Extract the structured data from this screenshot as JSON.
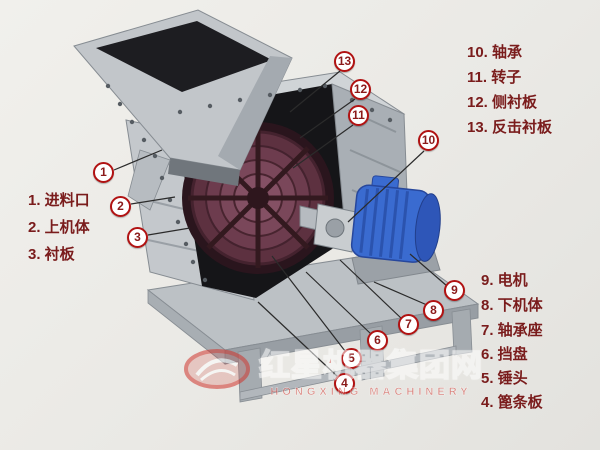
{
  "callouts": [
    "1",
    "2",
    "3",
    "4",
    "5",
    "6",
    "7",
    "8",
    "9",
    "10",
    "11",
    "12",
    "13"
  ],
  "labels": {
    "left": [
      {
        "id": "feed-inlet",
        "text": "1. 进料口"
      },
      {
        "id": "upper-body",
        "text": "2. 上机体"
      },
      {
        "id": "liner-plate",
        "text": "3. 衬板"
      }
    ],
    "top_right": [
      {
        "id": "bearing",
        "text": "10. 轴承"
      },
      {
        "id": "rotor",
        "text": "11. 转子"
      },
      {
        "id": "side-liner",
        "text": "12. 侧衬板"
      },
      {
        "id": "impact-liner",
        "text": "13. 反击衬板"
      }
    ],
    "bottom_right": [
      {
        "id": "motor",
        "text": "9. 电机"
      },
      {
        "id": "lower-body",
        "text": "8. 下机体"
      },
      {
        "id": "bearing-seat",
        "text": "7. 轴承座"
      },
      {
        "id": "baffle-disc",
        "text": "6. 挡盘"
      },
      {
        "id": "hammer-head",
        "text": "5. 锤头"
      },
      {
        "id": "grate-plate",
        "text": "4. 篦条板"
      }
    ]
  },
  "watermark": {
    "cn": "红星机器集团网",
    "en": "HONGXING MACHINERY"
  },
  "colors": {
    "label_text": "#7a1c1c",
    "callout_border": "#b11212",
    "callout_number": "#8b1a1a",
    "leader_line": "#2b2b2b",
    "motor_blue": "#3a6bd0",
    "rotor_maroon": "#6d3c4e",
    "machine_gray": "#b8bdc1",
    "background": "#eceae6",
    "watermark_red": "#d0342c"
  }
}
